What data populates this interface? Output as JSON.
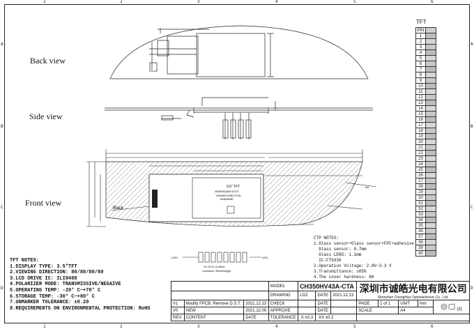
{
  "border": {
    "cols": [
      "1",
      "2",
      "3",
      "4",
      "5",
      "6"
    ],
    "rows": [
      "A",
      "B",
      "C",
      "D"
    ]
  },
  "views": {
    "back": "Back view",
    "side": "Side view",
    "front": "Front view"
  },
  "front_labels": {
    "black": "Black",
    "aa": "AA",
    "tft_title": "3.5\" TFT",
    "tft_line2": "480(RGB)X800 DOTS",
    "tft_line3": "VIEWING DIRECTION",
    "tft_line4": "80/80/80/80"
  },
  "led": {
    "left": "LED+",
    "right": "LED-",
    "spec": "VF=24.0V, If=40mA",
    "spec2": "Luminance: 500cd/m2(typ)"
  },
  "tft_notes": {
    "title": "TFT NOTES:",
    "items": [
      "1.DISPLAY TYPE: 3.5\"TFT",
      "2.VIEWING DIRECTION: 80/80/80/80",
      "3.LCD DRIVE IC: ILI9488",
      "4.POLARIZER MODE: TRANSMISSIVE/NEGAIVE",
      "5.OPERATING TEMP: -20° C~+70° C",
      "6.STORAGE TEMP: -30° C~+80° C",
      "7.UNMARKER TOLERANCE: ±0.20",
      "8.REQUIREMENTS ON ENVIRONMENTAL PROTECTION: RoHS"
    ]
  },
  "ctp_notes": {
    "title": "CTP NOTES:",
    "items": [
      "1.Glass sensor+Glass sensor+FPC+adhesive",
      "  Glass sensor: 0.7mm",
      "  Glass LENS: 1.1mm",
      "  IC:FT6336",
      "2.Operation Voltage: 2.8V~3.3 V",
      "3.Transmittance: ≥85%",
      "4.The cover hardness: 6H"
    ]
  },
  "title_block": {
    "model_label": "MODEL",
    "model": "CH350HV43A-CTA",
    "drawing_label": "DRAWING",
    "drawer": "LGZ",
    "date_label": "DATE",
    "date": "2021.12.13",
    "check_label": "CHECK",
    "approve_label": "APPROVE",
    "tolerance_label": "TOLERANCE",
    "tol1": ".X ±0.3",
    "tol2": ".XX ±0.2",
    "scale_label": "SCALE",
    "page_label": "PAGE",
    "page_val": "1 of 1",
    "unit_label": "UNIT",
    "unit": "mm",
    "paper": "A4",
    "projection": "(3)",
    "company_cn": "深圳市诚皓光电有限公司",
    "company_en": "Shenzhen ChengHao Optoelectronic Co., Ltd.",
    "revisions": [
      {
        "rev": "V1",
        "content": "Modify FPCB, Remove D.S.T.",
        "date": "2021.12.13"
      },
      {
        "rev": "V0",
        "content": "NEW",
        "date": "2021.12.09"
      }
    ],
    "rev_header": "REV.",
    "content_header": "CONTENT",
    "date_header": "DATE"
  },
  "pin_table": {
    "title": "TFT",
    "header": "PIN",
    "pins": [
      "1",
      "2",
      "3",
      "4",
      "5",
      "6",
      "7",
      "8",
      "9",
      "10",
      "11",
      "12",
      "13",
      "14",
      "15",
      "16",
      "17",
      "18",
      "19",
      "20",
      "21",
      "22",
      "23",
      "24",
      "25",
      "26",
      "27",
      "28",
      "29",
      "30",
      "31",
      "32",
      "33",
      "34",
      "35",
      "36",
      "37",
      "38",
      "39",
      "40"
    ]
  }
}
